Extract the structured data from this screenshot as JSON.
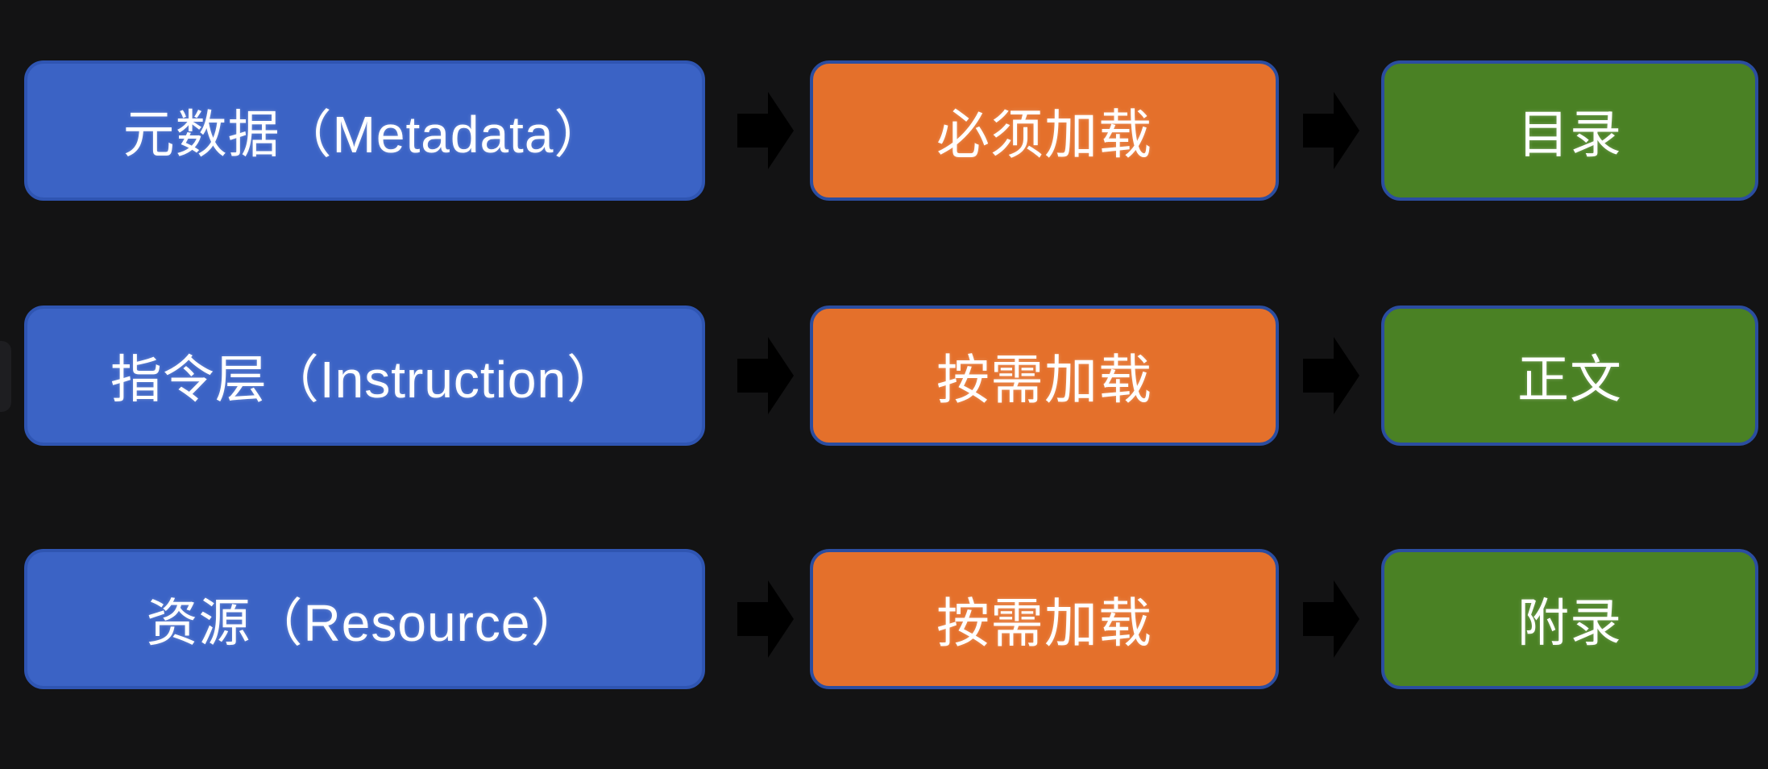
{
  "diagram": {
    "title_hint": "document-loading-flow",
    "colors": {
      "bg": "#131314",
      "layerFill": "#3B63C5",
      "layerBorder": "#2F55B2",
      "loadFill": "#E4702B",
      "sectionFill": "#4A8124",
      "shapeBorder": "#2B4DA0",
      "arrow": "#000000",
      "text": "#FFFFFF"
    },
    "rows": [
      {
        "layer": "元数据（Metadata）",
        "load": "必须加载",
        "section": "目录"
      },
      {
        "layer": "指令层（Instruction）",
        "load": "按需加载",
        "section": "正文"
      },
      {
        "layer": "资源（Resource）",
        "load": "按需加载",
        "section": "附录"
      }
    ]
  }
}
